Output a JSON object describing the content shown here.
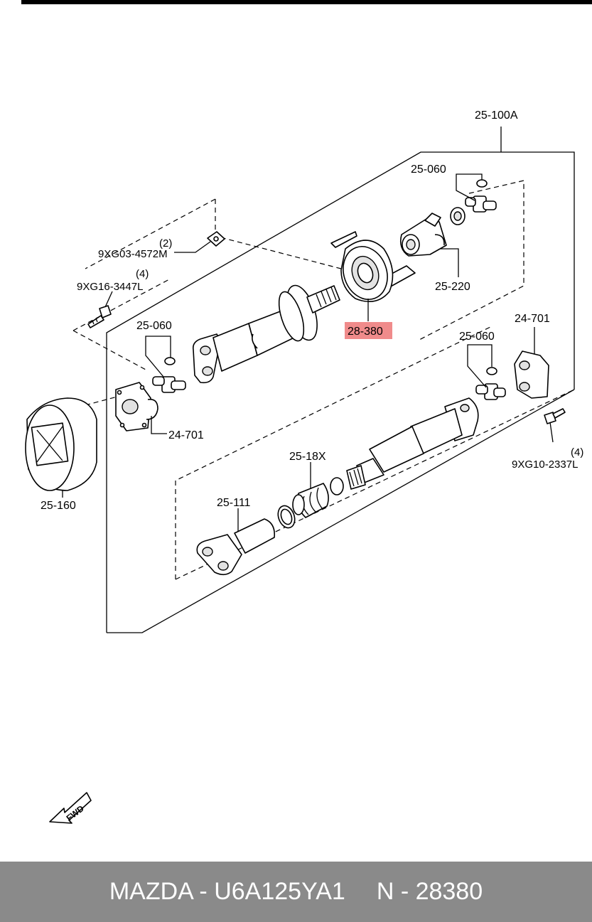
{
  "diagram": {
    "labels": {
      "assembly": "25-100A",
      "joint_top_right": "25-060",
      "nut_qty": "(2)",
      "nut": "9XG03-4572M",
      "bolt_left_qty": "(4)",
      "bolt_left": "9XG16-3447L",
      "yoke": "25-220",
      "bearing": "28-380",
      "joint_left": "25-060",
      "joint_right": "25-060",
      "flange_right": "24-701",
      "flange_left": "24-701",
      "bolt_right_qty": "(4)",
      "bolt_right": "9XG10-2337L",
      "boot": "25-18X",
      "shaft_front": "25-111",
      "tool": "25-160"
    },
    "highlight_color": "#f08b8b",
    "fwd_icon": "FWD"
  },
  "footer": {
    "brand_part": "MAZDA - U6A125YA1",
    "ref": "N - 28380"
  }
}
